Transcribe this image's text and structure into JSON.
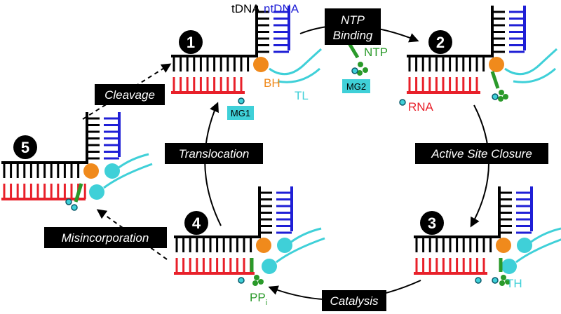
{
  "states": [
    {
      "number": "1"
    },
    {
      "number": "2"
    },
    {
      "number": "3"
    },
    {
      "number": "4"
    },
    {
      "number": "5"
    }
  ],
  "steps": {
    "ntp_binding": {
      "line1": "NTP",
      "line2": "Binding"
    },
    "active_site_closure": "Active Site Closure",
    "catalysis": "Catalysis",
    "translocation": "Translocation",
    "misincorporation": "Misincorporation",
    "cleavage": "Cleavage"
  },
  "labels": {
    "tdna": "tDNA",
    "ntdna": "ntDNA",
    "bh": "BH",
    "tl": "TL",
    "ntp": "NTP",
    "mg1": "MG1",
    "mg2": "MG2",
    "rna": "RNA",
    "th": "TH",
    "ppi_main": "PP",
    "ppi_sub": "i"
  },
  "colors": {
    "template_dna": "#000000",
    "nontemplate_dna": "#1f1fd6",
    "rna": "#e8202a",
    "bridge_helix": "#f08a1c",
    "trigger_loop": "#3fd0d8",
    "ntp": "#2a9a2a",
    "label_box": "#000000"
  }
}
